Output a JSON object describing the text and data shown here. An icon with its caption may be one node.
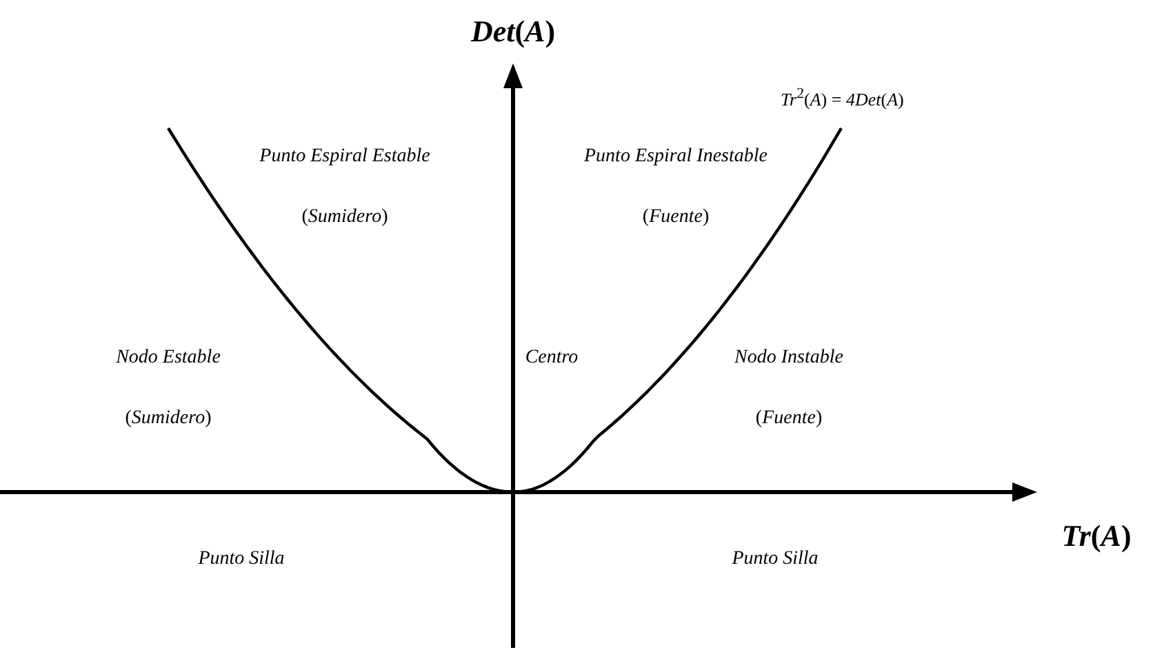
{
  "diagram": {
    "labels": [
      "*Det*(*A*)",
      "*Tr*$^{2}$(*A*) = *4Det*(*A*)",
      "Punto Espiral Estable",
      "(*Sumidero*)",
      "Punto Espiral Inestable",
      "(*Fuente*)",
      "Nodo Estable",
      "(*Sumidero*)",
      "Centro",
      "Nodo Instable",
      "(*Fuente*)",
      "Punto Silla",
      "Punto Silla",
      "*Tr*(*A*)"
    ]
  }
}
